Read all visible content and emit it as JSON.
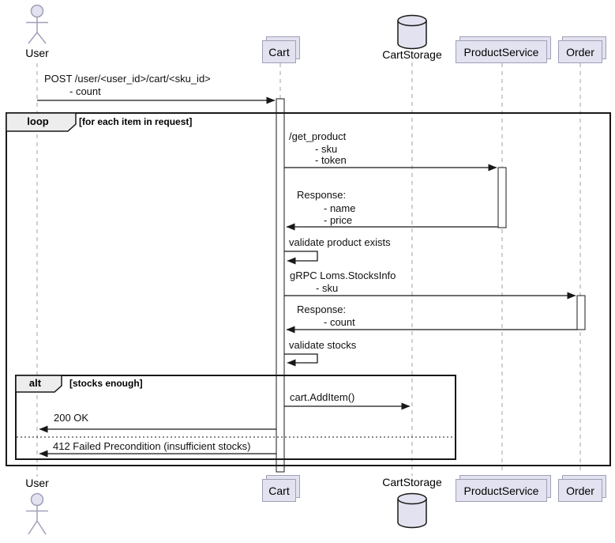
{
  "participants": {
    "user": "User",
    "cart": "Cart",
    "cart_storage": "CartStorage",
    "product_service": "ProductService",
    "order": "Order"
  },
  "fragments": {
    "loop": {
      "operator": "loop",
      "guard": "[for each item in request]"
    },
    "alt": {
      "operator": "alt",
      "guard": "[stocks enough]"
    }
  },
  "messages": {
    "post": {
      "lines": [
        "POST /user/<user_id>/cart/<sku_id>",
        "- count"
      ]
    },
    "get_product": {
      "lines": [
        "/get_product",
        "- sku",
        "- token"
      ]
    },
    "get_product_response": {
      "lines": [
        "Response:",
        "- name",
        "- price"
      ]
    },
    "validate_product": {
      "text": "validate product exists"
    },
    "stocks_info": {
      "lines": [
        "gRPC Loms.StocksInfo",
        "- sku"
      ]
    },
    "stocks_response": {
      "lines": [
        "Response:",
        "- count"
      ]
    },
    "validate_stocks": {
      "text": "validate stocks"
    },
    "add_item": {
      "text": "cart.AddItem()"
    },
    "ok": {
      "text": "200 OK"
    },
    "precondition_failed": {
      "text": "412 Failed Precondition (insufficient stocks)"
    }
  },
  "colors": {
    "participant_fill": "#E2E2F0",
    "participant_border": "#A0A0B8",
    "fragment_header_fill": "#EDEDED",
    "fragment_border": "#181818",
    "lifeline": "#A0A0A0",
    "arrow": "#181818",
    "background": "#FFFFFF"
  }
}
